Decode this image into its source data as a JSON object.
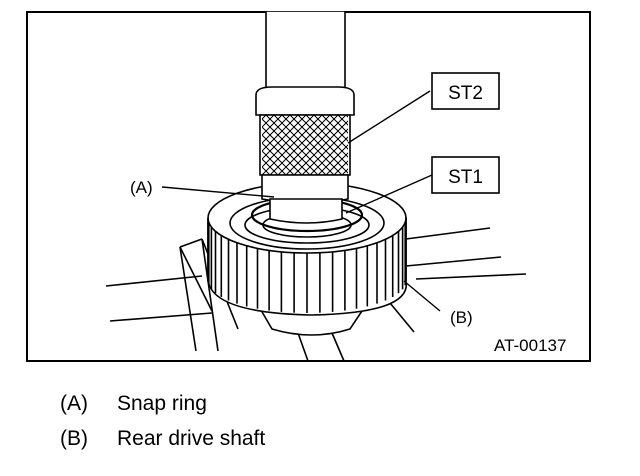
{
  "figure": {
    "labels": {
      "st2": "ST2",
      "st1": "ST1",
      "a": "(A)",
      "b": "(B)",
      "figure_id": "AT-00137"
    }
  },
  "legend": [
    {
      "key": "(A)",
      "text": "Snap ring"
    },
    {
      "key": "(B)",
      "text": "Rear drive shaft"
    }
  ]
}
